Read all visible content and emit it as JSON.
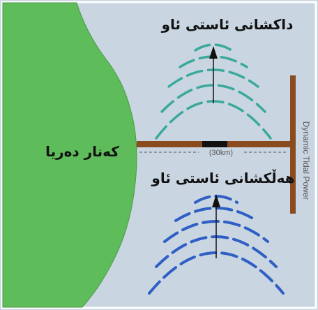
{
  "labels": {
    "coast": "کەنار دەریا",
    "ebb_tide": "داکشانی ئاستی ئاو",
    "flood_tide": "هەڵکشانی ئاستی ئاو",
    "distance": "(30km)",
    "power": "Dynamic Tidal Power"
  },
  "colors": {
    "background": "#c9d6e2",
    "land": "#5fbc5a",
    "dam": "#8a4b1f",
    "turbine": "#111111",
    "ebb_waves": "#3aa99c",
    "flood_waves": "#2f5fc4"
  },
  "icons": {
    "ebb_arrow": "arrow-up-icon",
    "flood_arrow": "arrow-up-icon"
  }
}
